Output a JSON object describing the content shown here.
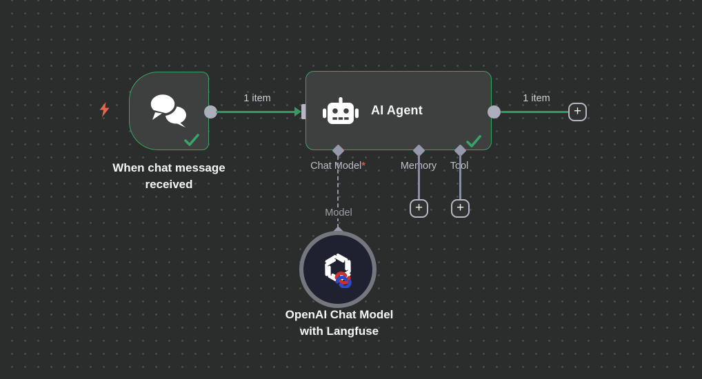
{
  "canvas": {
    "background": "#2b2c2c",
    "dot_color": "#4d4f4f",
    "accent_green": "#3aa467",
    "connection_green": "#2f9e62",
    "endpoint_gray": "#abaebb",
    "trigger_bolt_color": "#e2664c"
  },
  "trigger_node": {
    "name": "When chat message received",
    "icon": "chat-bubbles-icon",
    "status": "success"
  },
  "agent_node": {
    "title": "AI Agent",
    "icon": "robot-icon",
    "status": "success",
    "sub_inputs": {
      "chat_model": "Chat Model",
      "required_marker": "*",
      "memory": "Memory",
      "tool": "Tool"
    }
  },
  "model_node": {
    "name_line1": "OpenAI Chat Model",
    "name_line2": "with Langfuse",
    "icon": "openai-logo",
    "badge": "langfuse-badge"
  },
  "connections": {
    "trigger_to_agent_label": "1 item",
    "agent_output_label": "1 item",
    "model_link_label": "Model"
  },
  "controls": {
    "plus": "+"
  }
}
